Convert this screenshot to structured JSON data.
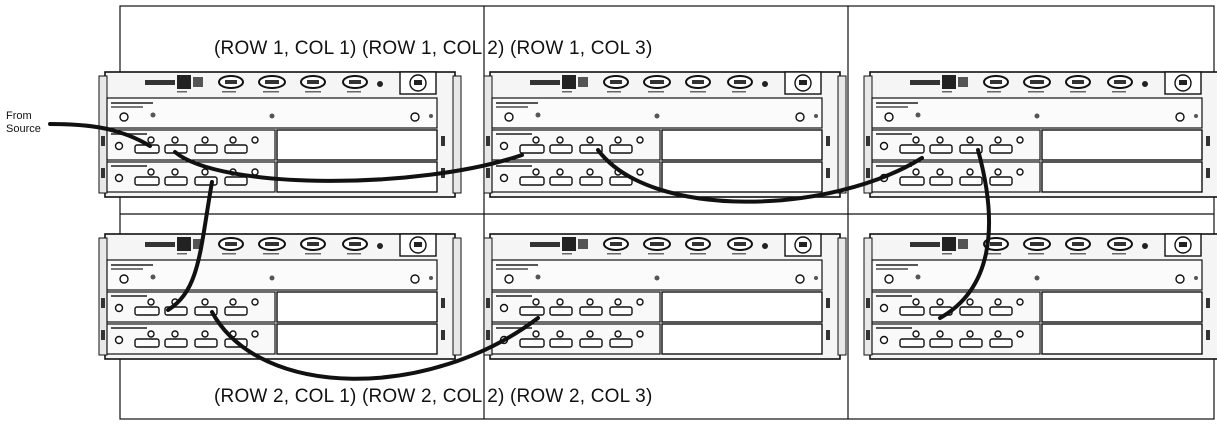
{
  "source_label": {
    "line1": "From",
    "line2": "Source"
  },
  "top_labels": [
    "(ROW 1, COL 1)",
    "(ROW 1, COL 2)",
    "(ROW 1, COL 3)"
  ],
  "bottom_labels": [
    "(ROW 2, COL 1)",
    "(ROW 2, COL 2)",
    "(ROW 2, COL 3)"
  ],
  "colors": {
    "line": "#111111",
    "panel": "#f4f4f4",
    "background": "#ffffff"
  }
}
